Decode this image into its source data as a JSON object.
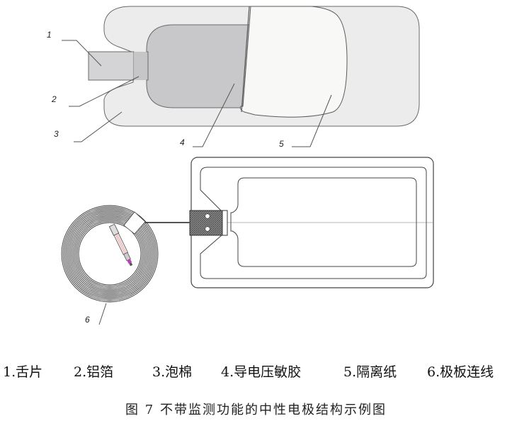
{
  "figure": {
    "callouts": [
      {
        "id": "1",
        "text": "1"
      },
      {
        "id": "2",
        "text": "2"
      },
      {
        "id": "3",
        "text": "3"
      },
      {
        "id": "4",
        "text": "4"
      },
      {
        "id": "5",
        "text": "5"
      },
      {
        "id": "6",
        "text": "6"
      }
    ],
    "colors": {
      "foam": "#ededed",
      "adhesive": "#c9c9cb",
      "tab": "#d6d6d8",
      "release_paper": "#f7f7f5",
      "outline": "#555555",
      "connector_accent": "#c03cc0"
    }
  },
  "legend": {
    "items": [
      {
        "text": "1.舌片"
      },
      {
        "text": "2.铝箔"
      },
      {
        "text": "3.泡棉"
      },
      {
        "text": "4.导电压敏胶"
      },
      {
        "text": "5.隔离纸"
      },
      {
        "text": "6.极板连线"
      }
    ]
  },
  "caption": "图 7  不带监测功能的中性电极结构示例图"
}
